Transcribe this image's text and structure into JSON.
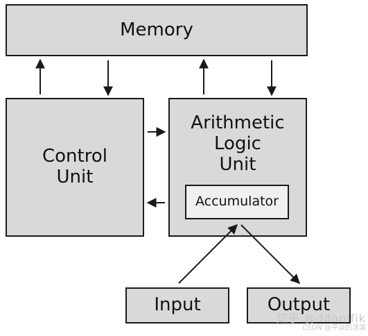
{
  "memory": {
    "label": "Memory"
  },
  "control_unit": {
    "label_line1": "Control",
    "label_line2": "Unit"
  },
  "alu": {
    "label_line1": "Arithmetic",
    "label_line2": "Logic",
    "label_line3": "Unit",
    "accumulator": "Accumulator"
  },
  "io": {
    "input": "Input",
    "output": "Output"
  },
  "watermark": {
    "line1": "知乎 @ddanifik",
    "line2": "CSDN @平淡的活泼"
  },
  "colors": {
    "box_fill": "#d9d9d9",
    "accumulator_fill": "#f0f0f0",
    "stroke": "#1a1a1a"
  }
}
